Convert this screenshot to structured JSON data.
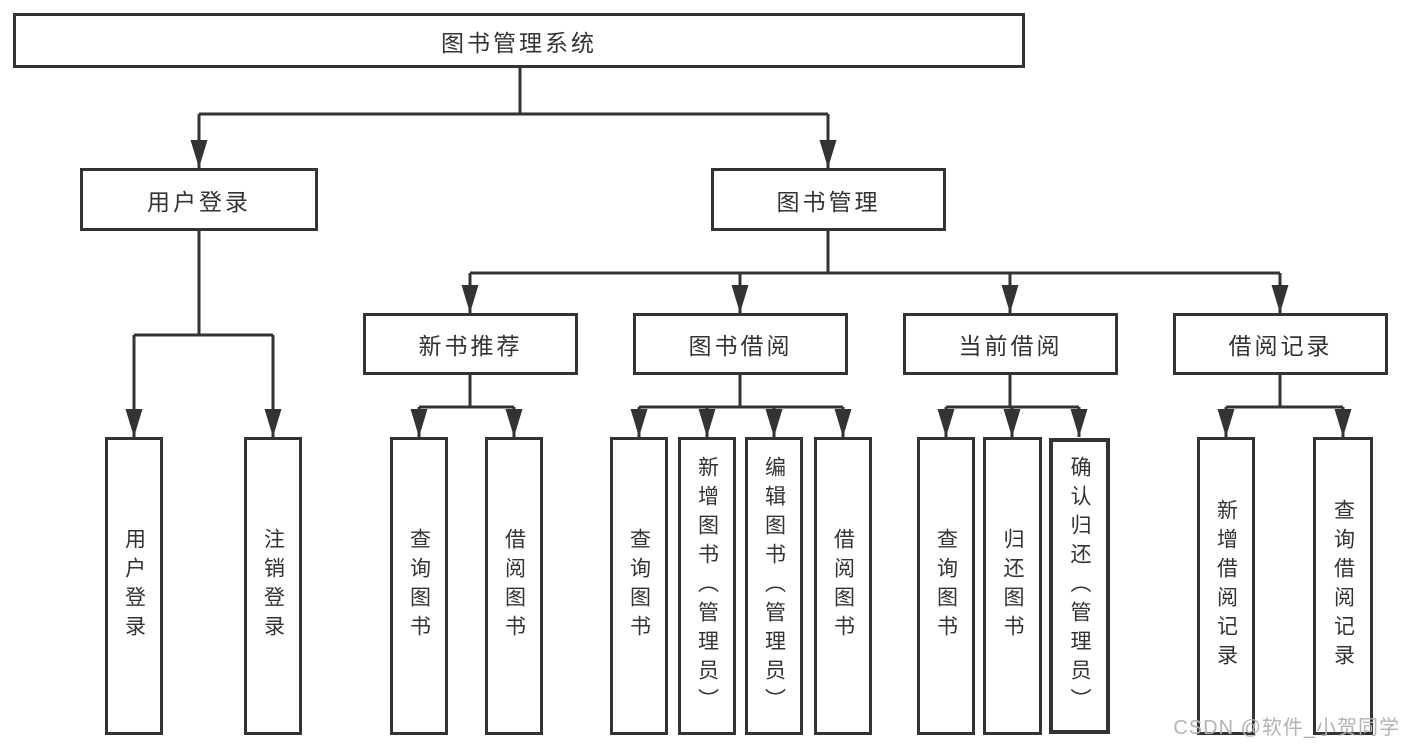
{
  "diagram": {
    "root": "图书管理系统",
    "level2": [
      {
        "label": "用户登录",
        "children": [
          {
            "label": "用户登录"
          },
          {
            "label": "注销登录"
          }
        ]
      },
      {
        "label": "图书管理",
        "children": [
          {
            "label": "新书推荐",
            "children": [
              {
                "label": "查询图书"
              },
              {
                "label": "借阅图书"
              }
            ]
          },
          {
            "label": "图书借阅",
            "children": [
              {
                "label": "查询图书"
              },
              {
                "label": "新增图书（管理员）"
              },
              {
                "label": "编辑图书（管理员）"
              },
              {
                "label": "借阅图书"
              }
            ]
          },
          {
            "label": "当前借阅",
            "children": [
              {
                "label": "查询图书"
              },
              {
                "label": "归还图书"
              },
              {
                "label": "确认归还（管理员）"
              }
            ]
          },
          {
            "label": "借阅记录",
            "children": [
              {
                "label": "新增借阅记录"
              },
              {
                "label": "查询借阅记录"
              }
            ]
          }
        ]
      }
    ]
  },
  "watermark": "CSDN @软件_小贺同学"
}
